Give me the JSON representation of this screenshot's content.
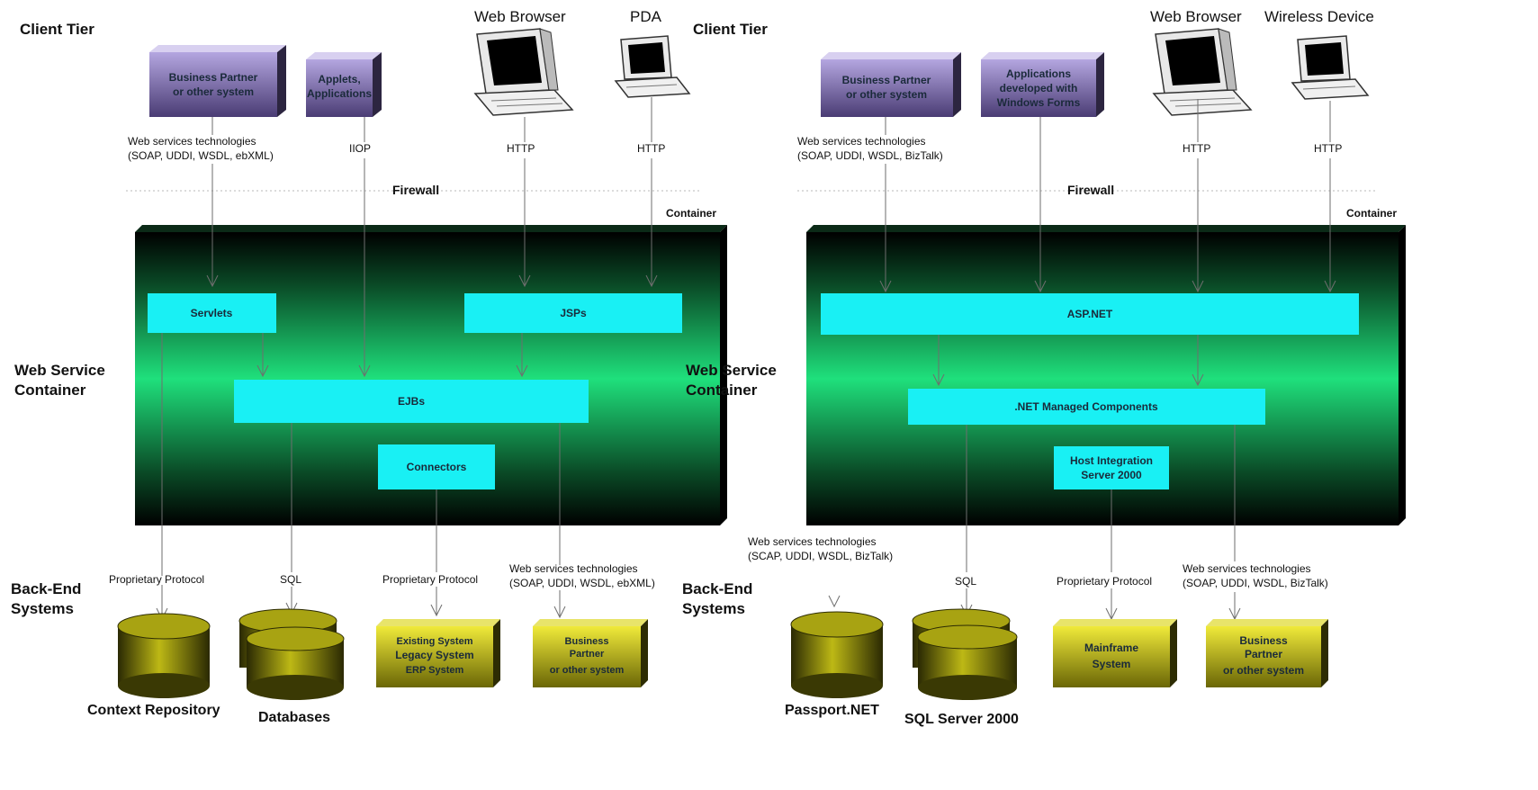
{
  "colors": {
    "container_top": "#000000",
    "container_mid": "#1fe07c",
    "component_box": "#19f0f4",
    "client_box_front": "#6c5c9c",
    "client_box_side": "#2c2540",
    "backend_front": "#cfc91a",
    "backend_side": "#2d2c03",
    "line": "#6e6e6e"
  },
  "left": {
    "tier_labels": {
      "client": "Client Tier",
      "container": [
        "Web Service",
        "Container"
      ],
      "backend": [
        "Back-End",
        "Systems"
      ]
    },
    "clients": {
      "partner": [
        "Business Partner",
        "or other system"
      ],
      "applets": [
        "Applets,",
        "Applications"
      ],
      "browser": "Web Browser",
      "pda": "PDA"
    },
    "protocols": {
      "ws": [
        "Web services technologies",
        "(SOAP, UDDI, WSDL, ebXML)"
      ],
      "iiop": "IIOP",
      "http_browser": "HTTP",
      "http_pda": "HTTP"
    },
    "firewall": "Firewall",
    "container_label": "Container",
    "components": {
      "servlets": "Servlets",
      "jsps": "JSPs",
      "ejbs": "EJBs",
      "connectors": "Connectors"
    },
    "backend_protocols": {
      "proprietary_1": "Proprietary Protocol",
      "sql": "SQL",
      "proprietary_2": "Proprietary Protocol",
      "ws": [
        "Web services technologies",
        "(SOAP, UDDI, WSDL, ebXML)"
      ]
    },
    "backends": {
      "context_repository": "Context Repository",
      "databases": "Databases",
      "existing_system": [
        "Existing System",
        "Legacy System",
        "ERP System"
      ],
      "partner": [
        "Business",
        "Partner",
        "or other system"
      ]
    }
  },
  "right": {
    "tier_labels": {
      "client": "Client Tier",
      "container": [
        "Web Service",
        "Container"
      ],
      "backend": [
        "Back-End",
        "Systems"
      ]
    },
    "clients": {
      "partner": [
        "Business Partner",
        "or other system"
      ],
      "winforms": [
        "Applications",
        "developed with",
        "Windows Forms"
      ],
      "browser": "Web Browser",
      "wireless": "Wireless Device"
    },
    "protocols": {
      "ws": [
        "Web services technologies",
        "(SOAP, UDDI, WSDL, BizTalk)"
      ],
      "http_browser": "HTTP",
      "http_wireless": "HTTP"
    },
    "firewall": "Firewall",
    "container_label": "Container",
    "components": {
      "aspnet": "ASP.NET",
      "managed": ".NET Managed Components",
      "his": [
        "Host Integration",
        "Server 2000"
      ]
    },
    "backend_protocols": {
      "ws_passport": [
        "Web services technologies",
        "(SCAP, UDDI, WSDL, BizTalk)"
      ],
      "sql": "SQL",
      "proprietary": "Proprietary Protocol",
      "ws_partner": [
        "Web services technologies",
        "(SOAP, UDDI, WSDL, BizTalk)"
      ]
    },
    "backends": {
      "passport": "Passport.NET",
      "sqlserver": "SQL Server 2000",
      "mainframe": [
        "Mainframe",
        "System"
      ],
      "partner": [
        "Business",
        "Partner",
        "or other system"
      ]
    }
  }
}
